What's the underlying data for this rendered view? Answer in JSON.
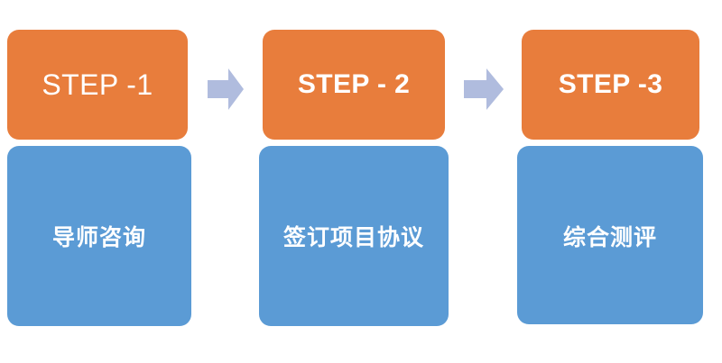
{
  "diagram": {
    "title": "Three-step process flow",
    "colors": {
      "step_header": "#e87d3c",
      "step_body": "#5b9bd5",
      "arrow": "#b0bcde",
      "text": "#ffffff",
      "background": "#ffffff"
    },
    "steps": [
      {
        "id": "step-1",
        "header_label": "STEP -1",
        "header_weight": "light",
        "body_label": "导师咨询"
      },
      {
        "id": "step-2",
        "header_label": "STEP - 2",
        "header_weight": "bold",
        "body_label": "签订项目协议"
      },
      {
        "id": "step-3",
        "header_label": "STEP -3",
        "header_weight": "bold",
        "body_label": "综合测评"
      }
    ],
    "connectors": [
      {
        "id": "arrow-1-to-2",
        "direction": "right"
      },
      {
        "id": "arrow-2-to-3",
        "direction": "right"
      }
    ]
  }
}
